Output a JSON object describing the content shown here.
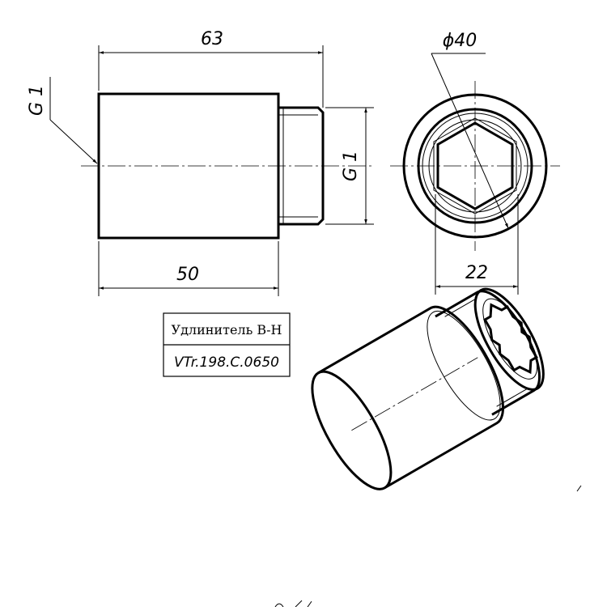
{
  "drawing": {
    "dimensions": {
      "overall_length": "63",
      "body_length": "50",
      "thread_left": "G 1",
      "thread_right": "G 1",
      "outer_diameter": "ϕ40",
      "hex_size": "22"
    },
    "title_block": {
      "name": "Удлинитель В-Н",
      "code": "VTr.198.C.0650"
    }
  }
}
